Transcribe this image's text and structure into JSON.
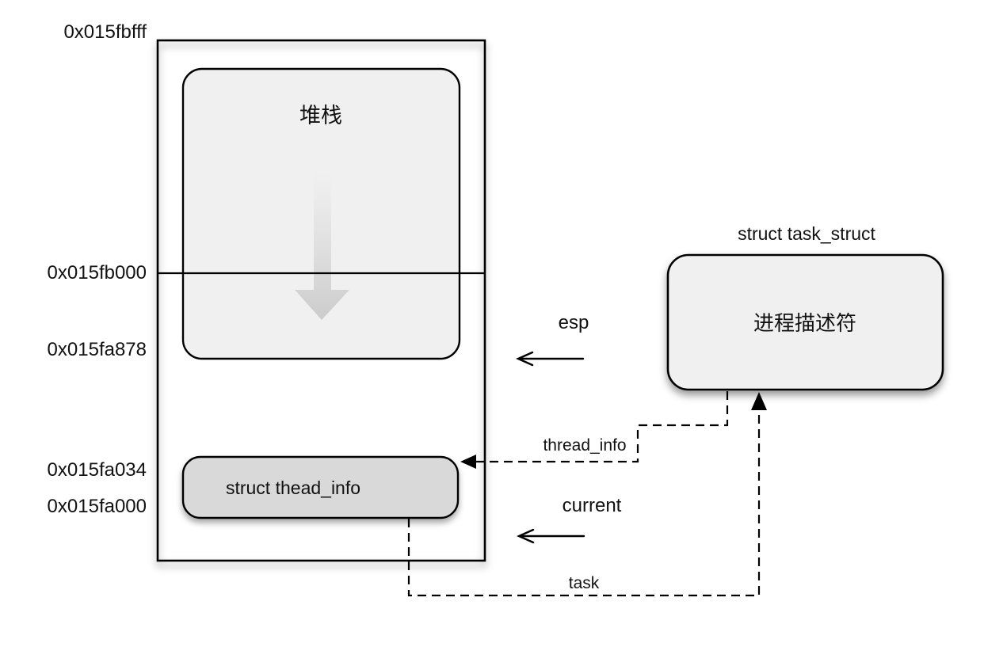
{
  "colors": {
    "background": "#ffffff",
    "box_fill": "#f0f0f0",
    "thread_info_fill": "#d9d9d9",
    "stroke": "#000000",
    "gradient_arrow_top": "#f2f2f2",
    "gradient_arrow_bottom": "#cccccc"
  },
  "addresses": {
    "top": "0x015fbfff",
    "stack_base": "0x015fb000",
    "esp_value": "0x015fa878",
    "thread_info_top": "0x015fa034",
    "bottom": "0x015fa000"
  },
  "memory": {
    "stack_label": "堆栈",
    "thread_info_label": "struct thead_info"
  },
  "task_struct": {
    "title": "struct task_struct",
    "label": "进程描述符"
  },
  "pointers": {
    "esp_label": "esp",
    "current_label": "current",
    "thread_info_label": "thread_info",
    "task_label": "task"
  }
}
